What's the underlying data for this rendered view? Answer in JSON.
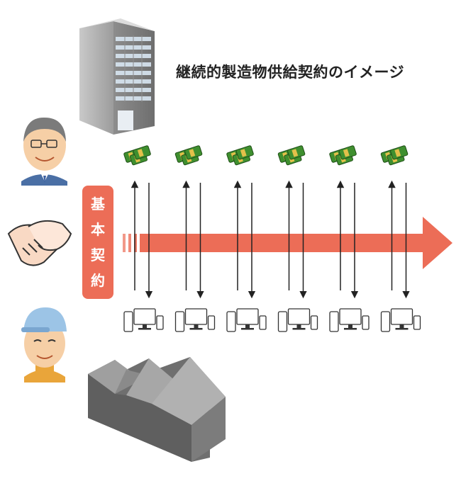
{
  "title": "継続的製造物供給契約のイメージ",
  "contract_label": [
    "基",
    "本",
    "契",
    "約"
  ],
  "colors": {
    "accent": "#ec6d57",
    "money_green": "#3f8f2f",
    "building_gray": "#9a9a9a"
  },
  "transactions": [
    {
      "money_icon": "money-stack-icon",
      "device_icon": "devices-icon"
    },
    {
      "money_icon": "money-stack-icon",
      "device_icon": "devices-icon"
    },
    {
      "money_icon": "money-stack-icon",
      "device_icon": "devices-icon"
    },
    {
      "money_icon": "money-stack-icon",
      "device_icon": "devices-icon"
    },
    {
      "money_icon": "money-stack-icon",
      "device_icon": "devices-icon"
    },
    {
      "money_icon": "money-stack-icon",
      "device_icon": "devices-icon"
    }
  ]
}
